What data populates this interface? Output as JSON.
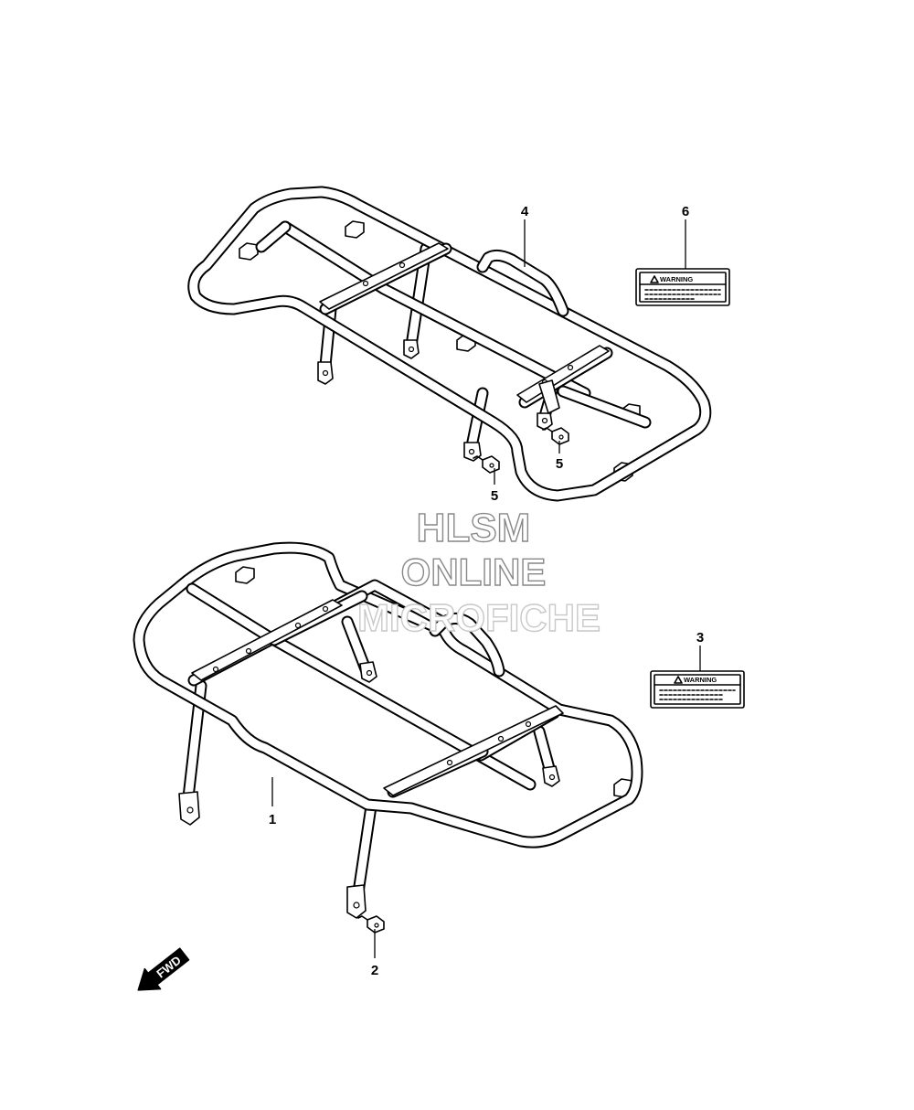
{
  "watermark": {
    "line1": "HLSM",
    "line2": "ONLINE",
    "line3": "MICROFICHE"
  },
  "callouts": [
    {
      "id": "carrier-front",
      "label": "1"
    },
    {
      "id": "bolt-front",
      "label": "2"
    },
    {
      "id": "label-front",
      "label": "3"
    },
    {
      "id": "carrier-rear",
      "label": "4"
    },
    {
      "id": "bolt-rear-a",
      "label": "5"
    },
    {
      "id": "bolt-rear-b",
      "label": "5"
    },
    {
      "id": "label-rear",
      "label": "6"
    }
  ],
  "warning_labels": {
    "text": "WARNING"
  },
  "direction_arrow": {
    "text": "FWD"
  },
  "colors": {
    "line": "#000000",
    "background": "#ffffff",
    "watermark_outline": "#888888"
  }
}
